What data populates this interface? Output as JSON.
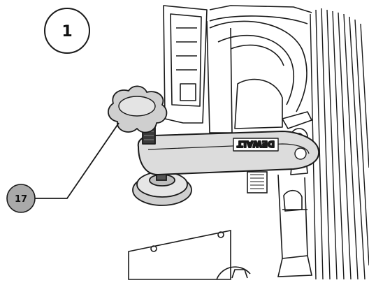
{
  "step_number": "1",
  "callouts": [
    {
      "number": "17",
      "target": "clamp-knob"
    }
  ],
  "brand_logo_text": "DEWALT",
  "colors": {
    "ink": "#1a1a1a",
    "arm_fill": "#dcdcdc",
    "knob_fill": "#cfcfcf",
    "callout_fill": "#a9a9a9",
    "background": "#ffffff"
  }
}
